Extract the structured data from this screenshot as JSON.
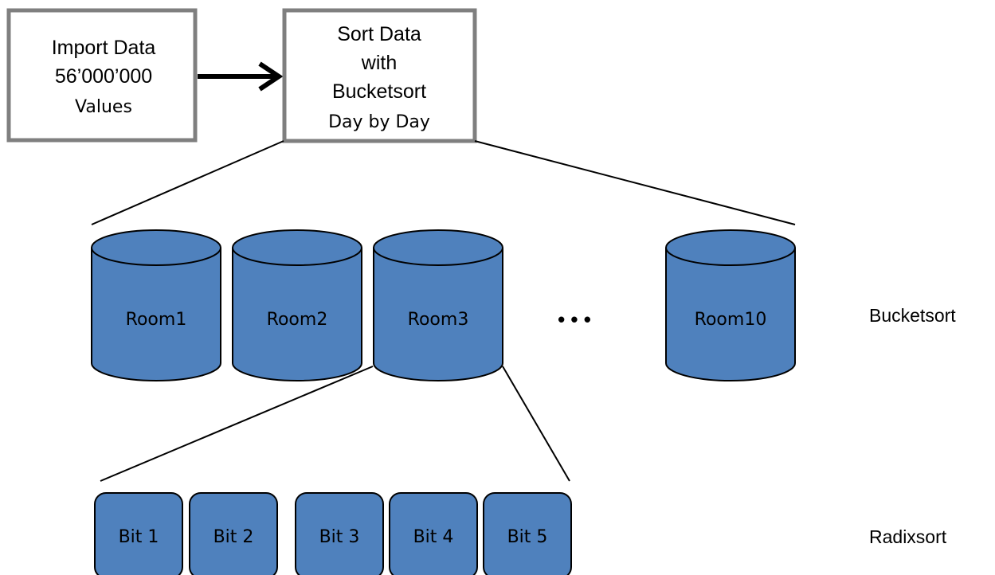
{
  "boxes": {
    "import": {
      "lines": [
        "Import Data",
        "56’000’000",
        "Values"
      ]
    },
    "sort": {
      "lines": [
        "Sort Data",
        "with",
        "Bucketsort",
        "Day by Day"
      ]
    }
  },
  "rooms": [
    "Room1",
    "Room2",
    "Room3",
    "Room10"
  ],
  "ellipsis": "• • •",
  "bits": [
    "Bit 1",
    "Bit 2",
    "Bit 3",
    "Bit 4",
    "Bit 5"
  ],
  "level_labels": {
    "bucket": "Bucketsort",
    "radix": "Radixsort"
  },
  "colors": {
    "fill": "#4f81bd",
    "stroke": "#000000",
    "box_border": "#7f7f7f"
  }
}
